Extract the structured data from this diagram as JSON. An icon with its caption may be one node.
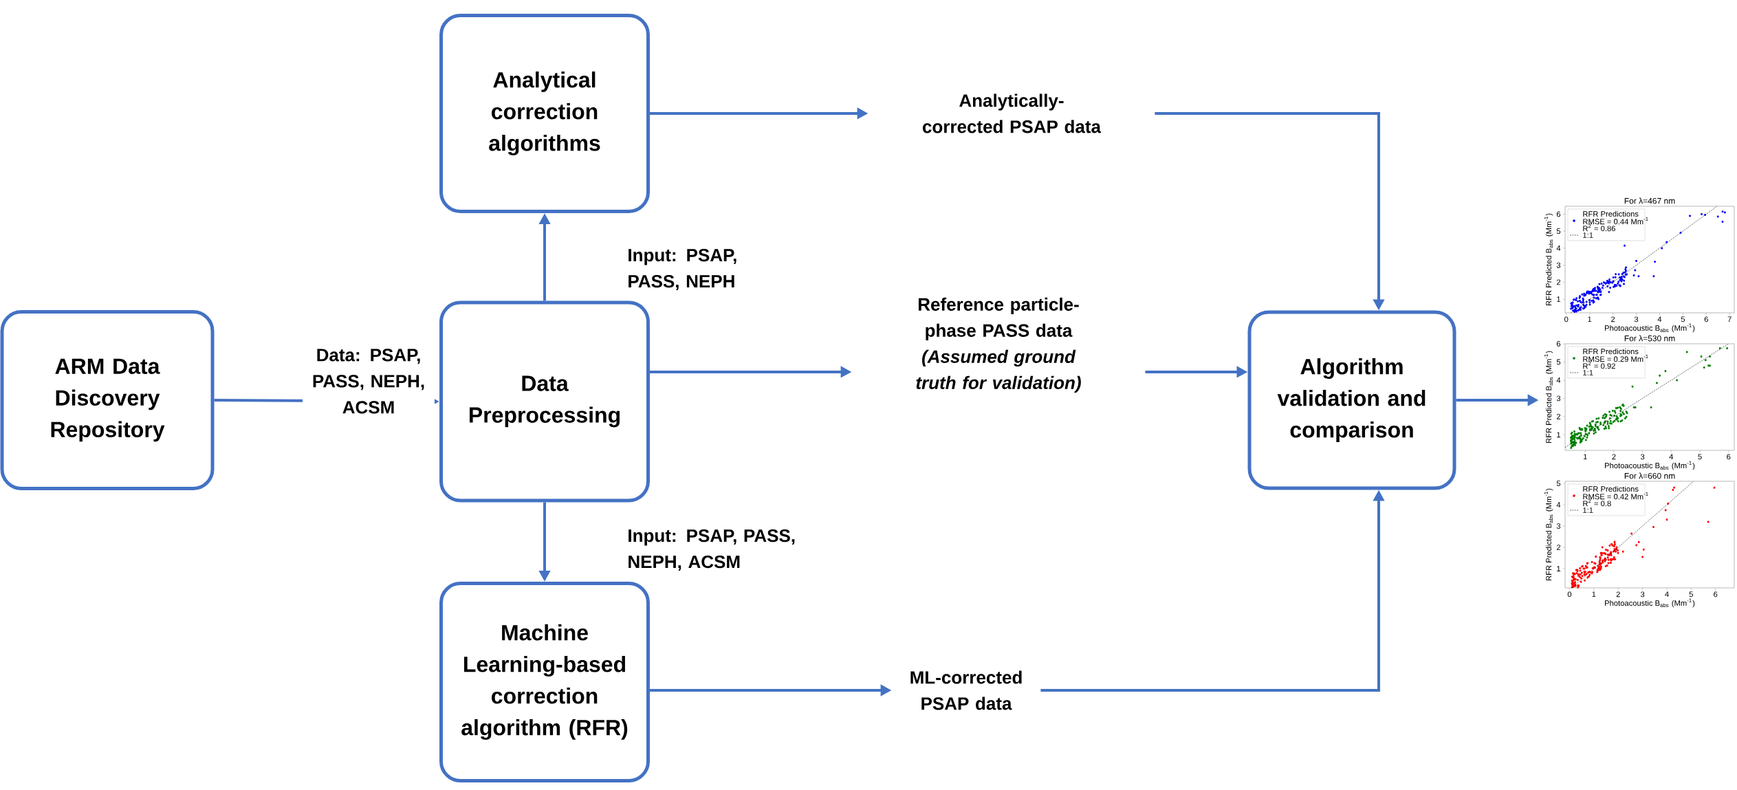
{
  "diagram": {
    "nodes": [
      {
        "text": [
          "ARM Data Discovery Repository"
        ]
      },
      {
        "text": [
          "Data Preprocessing"
        ]
      },
      {
        "text": [
          "Analytical correction algorithms"
        ]
      },
      {
        "text": [
          "Machine Learning-based correction algorithm (RFR)"
        ]
      },
      {
        "text": [
          "Analytically-corrected PSAP data"
        ]
      },
      {
        "text": [
          "Reference particle-phase PASS data",
          "(Assumed ground truth for validation)"
        ]
      },
      {
        "text": [
          "ML-corrected PSAP data"
        ]
      },
      {
        "text": [
          "Algorithm validation and comparison"
        ]
      },
      {
        "text": [],
        "shape": "picture"
      }
    ],
    "edges": [
      {
        "from": 0,
        "to": 1,
        "arrow": "to",
        "label": "Data: PSAP, PASS, NEPH, ACSM"
      },
      {
        "from": 1,
        "to": 2,
        "arrow": "to",
        "label": "Input: PSAP, PASS, NEPH"
      },
      {
        "from": 1,
        "to": 3,
        "arrow": "to",
        "label": "Input: PSAP, PASS, NEPH, ACSM"
      },
      {
        "from": 2,
        "to": 4,
        "arrow": "to"
      },
      {
        "from": 1,
        "to": 5,
        "arrow": "to"
      },
      {
        "from": 3,
        "to": 6,
        "arrow": "to"
      },
      {
        "from": 4,
        "to": 7,
        "arrow": "to"
      },
      {
        "from": 5,
        "to": 7,
        "arrow": "to"
      },
      {
        "from": 6,
        "to": 7,
        "arrow": "to"
      },
      {
        "from": 7,
        "to": 8,
        "arrow": "to"
      }
    ],
    "labels": [
      "For λ=467 nm",
      "RFR Predictions",
      "RMSE = 0.44 Mm$^{-1}$",
      "R$^{2}$ = 0.86",
      "1:1",
      "1",
      "2",
      "3",
      "4",
      "5",
      "6",
      "0",
      "1",
      "2",
      "3",
      "4",
      "5",
      "6",
      "7",
      "RFR Predicted B$_{abs}$ (Mm$^{-1}$)",
      "Photoacoustic B$_{abs}$ (Mm$^{-1}$)",
      "For λ=530 nm",
      "RFR Predictions",
      "RMSE = 0.29 Mm$^{-1}$",
      "R$^{2}$ = 0.92",
      "1:1",
      "1",
      "2",
      "3",
      "4",
      "5",
      "6",
      "1",
      "2",
      "3",
      "4",
      "5",
      "6",
      "RFR Predicted B$_{abs}$ (Mm$^{-1}$)",
      "Photoacoustic B$_{abs}$ (Mm$^{-1}$)",
      "For λ=660 nm",
      "RFR Predictions",
      "RMSE = 0.42 Mm$^{-1}$",
      "R$^{2}$ = 0.8",
      "1:1",
      "1",
      "2",
      "3",
      "4",
      "5",
      "0",
      "1",
      "2",
      "3",
      "4",
      "5",
      "6",
      "RFR Predicted B$_{abs}$ (Mm$^{-1}$)",
      "Photoacoustic B$_{abs}$ (Mm$^{-1}$)"
    ]
  }
}
